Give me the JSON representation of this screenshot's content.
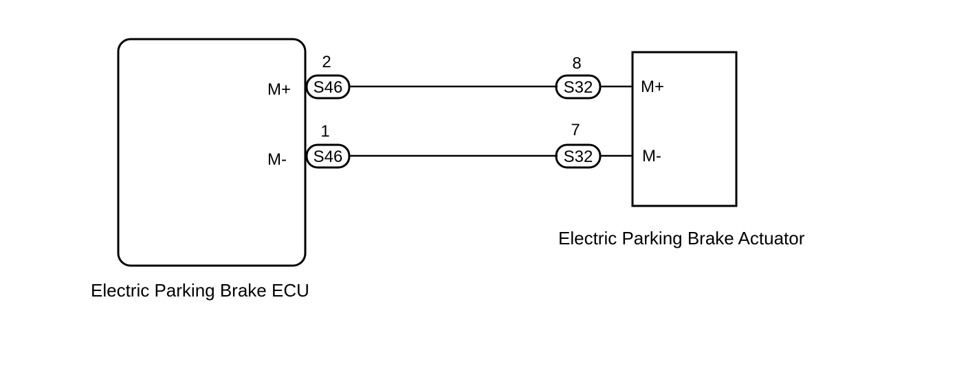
{
  "ecu": {
    "name": "Electric Parking Brake ECU",
    "pin_plus": "M+",
    "pin_minus": "M-"
  },
  "actuator": {
    "name": "Electric Parking Brake Actuator",
    "pin_plus": "M+",
    "pin_minus": "M-"
  },
  "wires": [
    {
      "from_connector": "S46",
      "from_pin": "2",
      "to_connector": "S32",
      "to_pin": "8"
    },
    {
      "from_connector": "S46",
      "from_pin": "1",
      "to_connector": "S32",
      "to_pin": "7"
    }
  ],
  "colors": {
    "line": "#000000",
    "background": "#ffffff"
  }
}
